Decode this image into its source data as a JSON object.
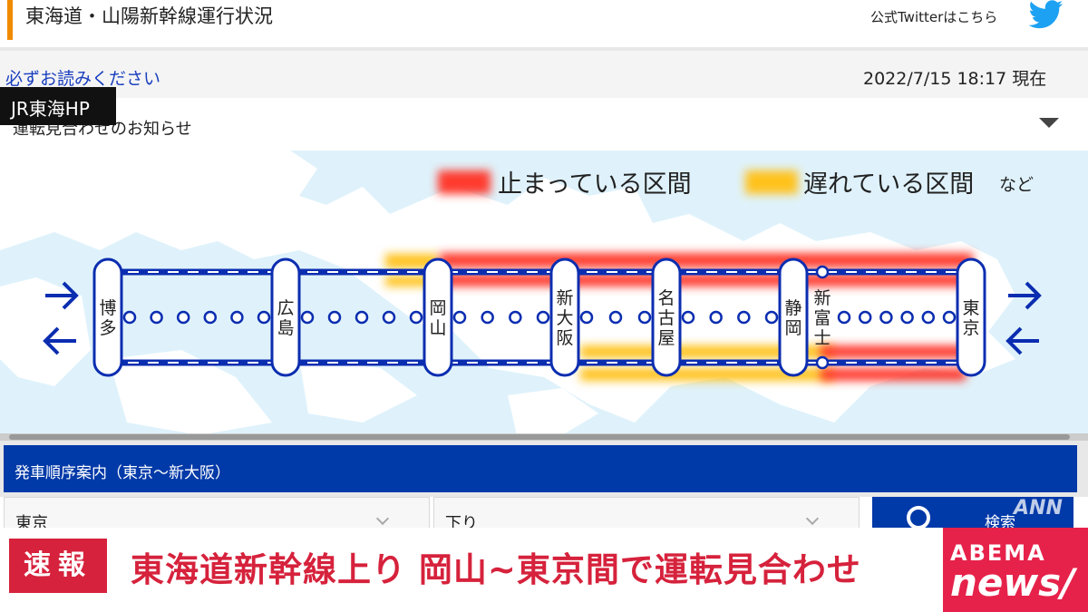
{
  "header": {
    "title": "東海道・山陽新幹線運行状況",
    "twitter_link": "公式Twitterはこちら"
  },
  "notice": {
    "link": "必ずお読みください",
    "timestamp": "2022/7/15 18:17 現在"
  },
  "source_badge": "JR東海HP",
  "announcement": {
    "text": "運転見合わせのお知らせ"
  },
  "legend": {
    "stopped": "止まっている区間",
    "delayed": "遅れている区間",
    "etc": "など",
    "stopped_color": "#ff3b2e",
    "delayed_color": "#ffc21a"
  },
  "route_map": {
    "line_color": "#0b2db0",
    "stations": [
      {
        "name": "博多",
        "chars": [
          "博",
          "多"
        ]
      },
      {
        "name": "広島",
        "chars": [
          "広",
          "島"
        ]
      },
      {
        "name": "岡山",
        "chars": [
          "岡",
          "山"
        ]
      },
      {
        "name": "新大阪",
        "chars": [
          "新",
          "大",
          "阪"
        ]
      },
      {
        "name": "名古屋",
        "chars": [
          "名",
          "古",
          "屋"
        ]
      },
      {
        "name": "静岡",
        "chars": [
          "静",
          "岡"
        ]
      },
      {
        "name": "新富士",
        "chars": [
          "新",
          "富",
          "士"
        ]
      },
      {
        "name": "東京",
        "chars": [
          "東",
          "京"
        ]
      }
    ],
    "status": {
      "upper_line": "岡山〜東京: 止まっている区間",
      "lower_line_delayed": "新大阪〜静岡: 遅れている区間",
      "lower_line_stopped": "新富士〜東京: 止まっている区間"
    }
  },
  "departure": {
    "title": "発車順序案内（東京〜新大阪）",
    "station_select": "東京",
    "direction_select": "下り",
    "search_label": "検索"
  },
  "banner": {
    "tag": "速報",
    "headline": "東海道新幹線上り 岡山~東京間で運転見合わせ",
    "brand_top": "ABEMA",
    "brand_bottom": "news/"
  },
  "watermark": "ANN"
}
